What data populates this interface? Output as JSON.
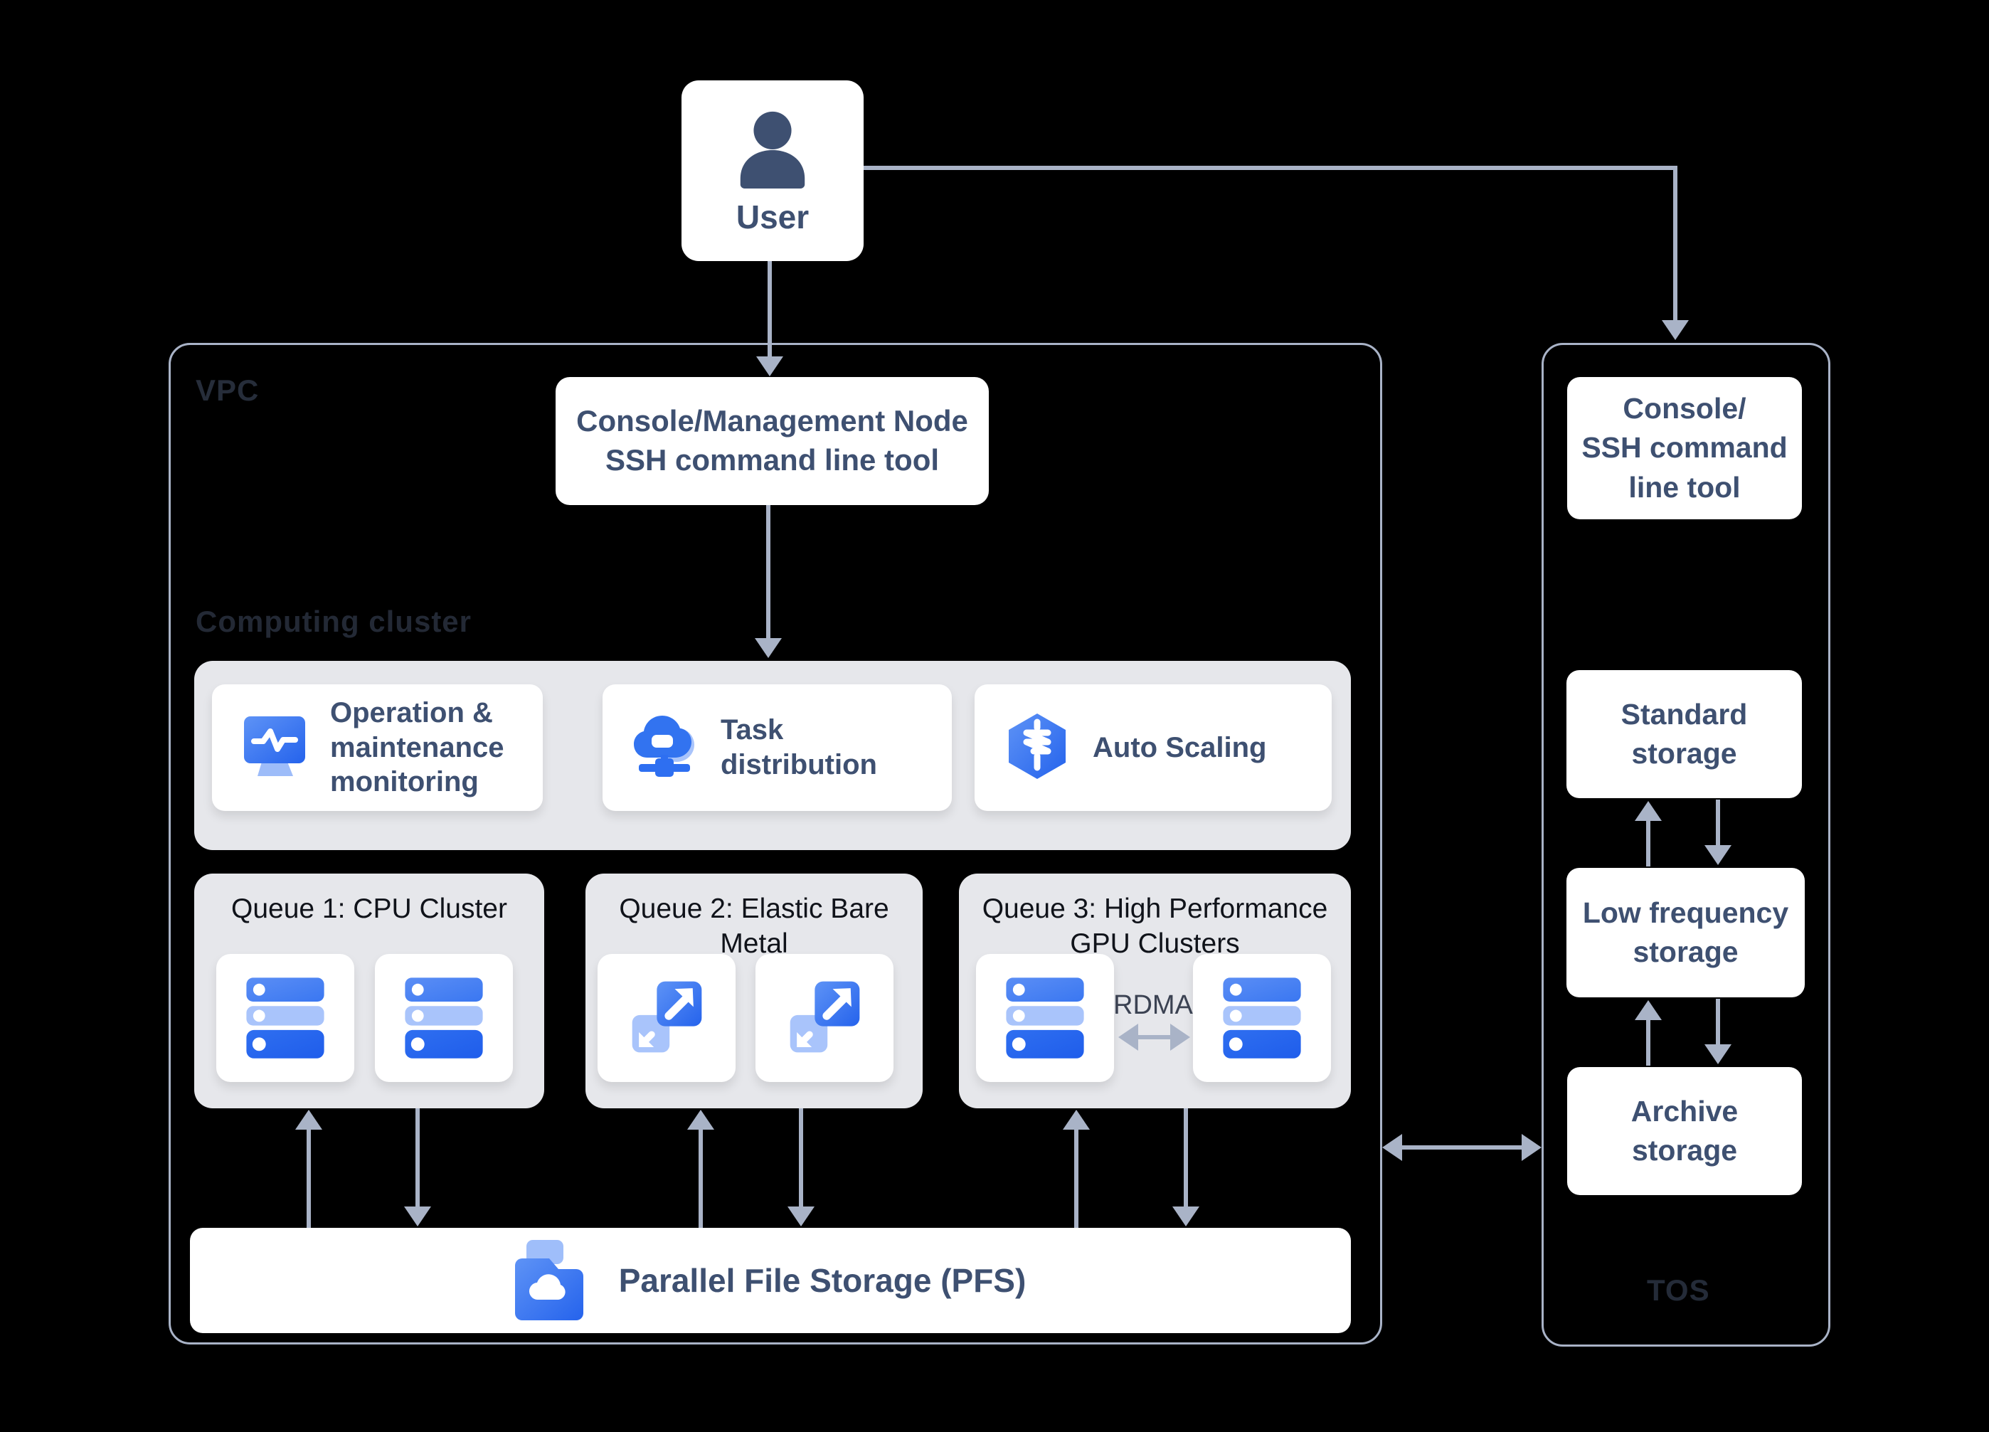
{
  "colors": {
    "background": "#000000",
    "arrow_and_border": "#a9b3c7",
    "panel_gray": "#e6e7eb",
    "card_white": "#ffffff",
    "label_navy": "#3e5071",
    "queue_title_dark": "#10131a",
    "zone_label_dim": "#262d3a",
    "icon_blue": "#2e6ff1",
    "icon_blue_light": "#a9c4fb"
  },
  "user": {
    "label": "User",
    "icon": "person-icon"
  },
  "vpc": {
    "label": "VPC",
    "computing_cluster_label": "Computing cluster",
    "console_box": "Console/Management Node\nSSH command line tool",
    "services": [
      {
        "label": "Operation &\nmaintenance\nmonitoring",
        "icon": "monitoring-icon"
      },
      {
        "label": "Task\ndistribution",
        "icon": "task-distribution-icon"
      },
      {
        "label": "Auto Scaling",
        "icon": "auto-scaling-icon"
      }
    ],
    "queues": [
      {
        "title": "Queue 1: CPU Cluster",
        "icon": "server-icon",
        "node_count": 2
      },
      {
        "title": "Queue 2: Elastic Bare\nMetal",
        "icon": "elastic-scale-icon",
        "node_count": 2
      },
      {
        "title": "Queue 3: High Performance\nGPU Clusters",
        "icon": "server-icon",
        "node_count": 2,
        "interconnect_label": "RDMA"
      }
    ],
    "pfs_label": "Parallel File Storage (PFS)",
    "pfs_icon": "cloud-folder-icon"
  },
  "tos": {
    "label": "TOS",
    "console_box": "Console/\nSSH command\nline tool",
    "storages": [
      {
        "label": "Standard\nstorage"
      },
      {
        "label": "Low frequency\nstorage"
      },
      {
        "label": "Archive\nstorage"
      }
    ]
  }
}
